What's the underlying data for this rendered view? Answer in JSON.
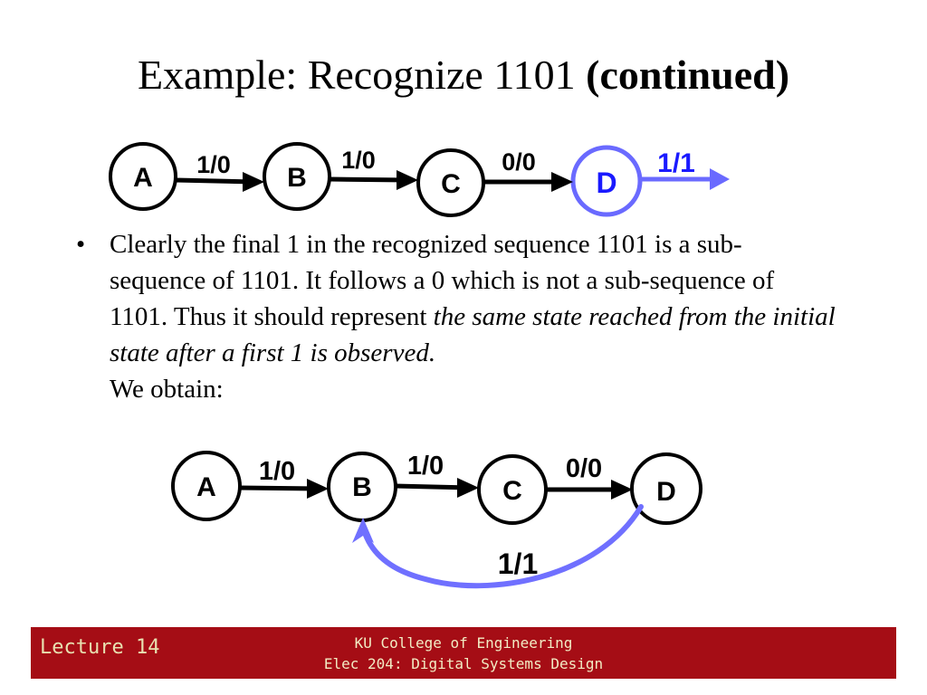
{
  "title": {
    "main": "Example: Recognize 1101 ",
    "emphasis": "(continued)"
  },
  "diagram_top": {
    "states": [
      "A",
      "B",
      "C",
      "D"
    ],
    "transitions": [
      "1/0",
      "1/0",
      "0/0",
      "1/1"
    ],
    "highlight_color": "#6a6aff",
    "highlight_text_color": "#1a1aff"
  },
  "bullet": {
    "marker": "•",
    "text_before": "Clearly the final 1 in the recognized sequence 1101 is a sub-sequence of 1101.  It follows a 0 which is not a sub-sequence of 1101.  Thus it should represent ",
    "text_italic": "the same state reached from the initial state after a first 1 is observed.",
    "text_after": "We obtain:"
  },
  "diagram_bottom": {
    "states": [
      "A",
      "B",
      "C",
      "D"
    ],
    "transitions": [
      "1/0",
      "1/0",
      "0/0"
    ],
    "feedback_label": "1/1",
    "feedback_color": "#7070ff"
  },
  "footer": {
    "lecture": "Lecture 14",
    "college": "KU College of Engineering",
    "course": "Elec 204: Digital Systems Design",
    "background": "#a50d15"
  }
}
